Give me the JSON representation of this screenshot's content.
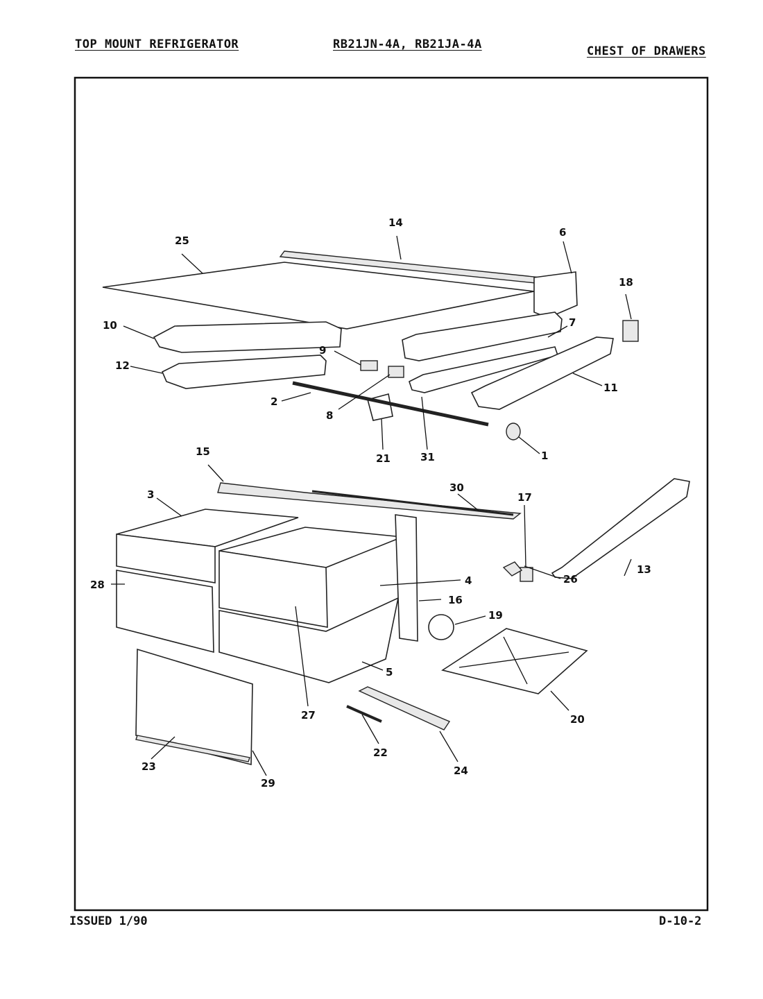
{
  "header": {
    "left": "TOP MOUNT REFRIGERATOR",
    "middle": "RB21JN-4A, RB21JA-4A",
    "right": "CHEST OF DRAWERS"
  },
  "footer": {
    "left": "ISSUED 1/90",
    "right": "D-10-2"
  },
  "callouts": {
    "c1": "1",
    "c2": "2",
    "c3": "3",
    "c4": "4",
    "c5": "5",
    "c6": "6",
    "c7": "7",
    "c8": "8",
    "c9": "9",
    "c10": "10",
    "c11": "11",
    "c12": "12",
    "c13": "13",
    "c14": "14",
    "c15": "15",
    "c16": "16",
    "c17": "17",
    "c18": "18",
    "c19": "19",
    "c20": "20",
    "c21": "21",
    "c22": "22",
    "c23": "23",
    "c24": "24",
    "c25": "25",
    "c26": "26",
    "c27": "27",
    "c28": "28",
    "c29": "29",
    "c30": "30",
    "c31": "31"
  }
}
